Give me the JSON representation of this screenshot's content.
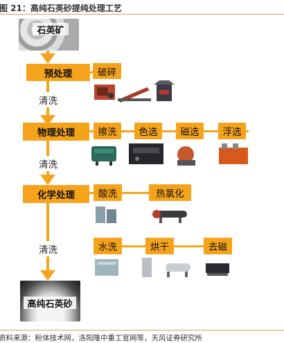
{
  "figure": {
    "title": "图 21：高纯石英砂提纯处理工艺",
    "source": "资料来源：粉体技术网，洛阳隆中重工官网等，天风证券研究所"
  },
  "raw_material": {
    "label": "石英矿"
  },
  "product": {
    "label": "高纯石英砂"
  },
  "wash_label": "清洗",
  "stages": [
    {
      "label": "预处理",
      "operations": [
        "破碎"
      ]
    },
    {
      "label": "物理处理",
      "operations": [
        "擦洗",
        "色选",
        "磁选",
        "浮选"
      ]
    },
    {
      "label": "化学处理",
      "operations": [
        "酸洗",
        "热氯化"
      ]
    },
    {
      "label": "",
      "operations": [
        "水洗",
        "烘干",
        "去磁"
      ]
    }
  ],
  "colors": {
    "accent": "#f6a31c",
    "rule": "#c9a46a"
  },
  "equipment_icons": [
    "jaw-crusher",
    "conveyor",
    "cone-crusher",
    "scrubber",
    "color-sorter",
    "tank",
    "magnetic-separator",
    "flotation-machine",
    "acid-tank",
    "rotary-kiln",
    "water-tank",
    "dryer",
    "demagnetizer"
  ]
}
